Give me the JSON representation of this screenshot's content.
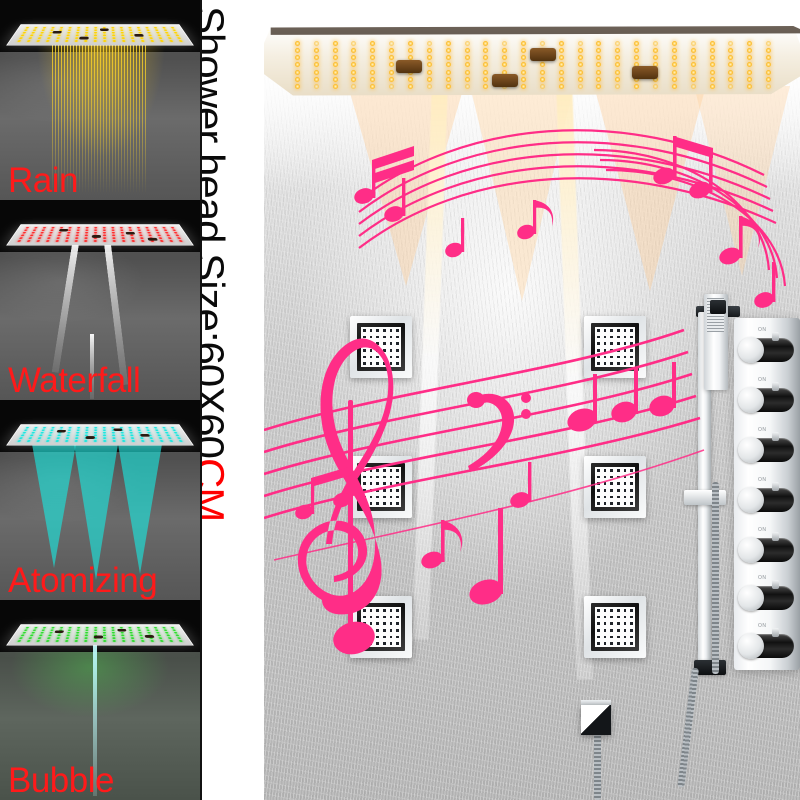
{
  "banner": {
    "text_main": "Shower head Size:60X60",
    "text_unit": "CM",
    "unit_color": "#ff0000"
  },
  "thumbnails": [
    {
      "label": "Rain",
      "label_color": "#ff1a1a",
      "led_color": "#ffd400",
      "mode": "rain"
    },
    {
      "label": "Waterfall",
      "label_color": "#ff1a1a",
      "led_color": "#ff2b2b",
      "mode": "waterfall"
    },
    {
      "label": "Atomizing",
      "label_color": "#ff1a1a",
      "led_color": "#18e8e0",
      "mode": "atomizing"
    },
    {
      "label": "Bubble",
      "label_color": "#ff1a1a",
      "led_color": "#2bdd2b",
      "mode": "bubble"
    }
  ],
  "main": {
    "ceiling_head": {
      "led_color": "#ffc233",
      "nozzle_count": 4,
      "led_columns": 26,
      "led_rows": 7
    },
    "valve": {
      "knob_count": 7,
      "knob_marks": [
        "ON",
        "ON",
        "ON",
        "ON",
        "ON",
        "ON",
        "ON"
      ]
    },
    "body_jets": {
      "left_count": 3,
      "right_count": 3,
      "hole_grid": "6x6"
    },
    "handheld": {
      "slide_bar": "slide-bar",
      "wand": "hand-shower-wand",
      "hose": "flexible-hose",
      "outlet": "wall-water-outlet"
    },
    "music_overlay": {
      "accent_color": "#ff2d87",
      "symbols": [
        "treble-clef",
        "bass-clef",
        "eighth-note",
        "beamed-notes",
        "quarter-note",
        "staff-lines"
      ]
    }
  }
}
